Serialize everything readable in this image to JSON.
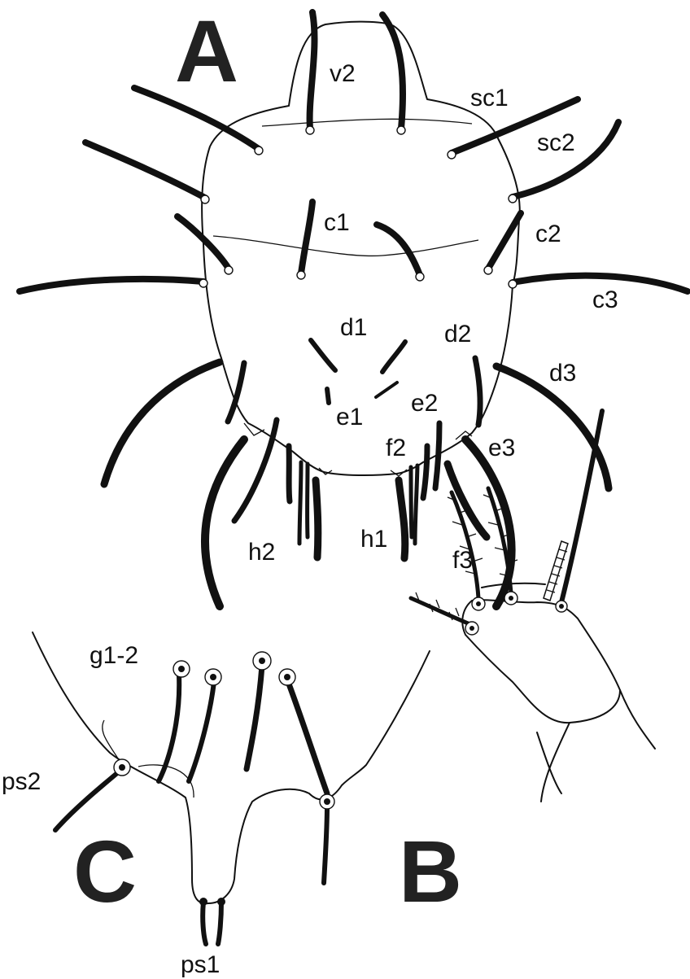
{
  "panels": {
    "A": "A",
    "B": "B",
    "C": "C"
  },
  "labels": {
    "v2": "v2",
    "sc1": "sc1",
    "sc2": "sc2",
    "c1": "c1",
    "c2": "c2",
    "c3": "c3",
    "d1": "d1",
    "d2": "d2",
    "d3": "d3",
    "e1": "e1",
    "e2": "e2",
    "e3": "e3",
    "f2": "f2",
    "f3": "f3",
    "h1": "h1",
    "h2": "h2",
    "g1_2": "g1-2",
    "ps1": "ps1",
    "ps2": "ps2"
  }
}
